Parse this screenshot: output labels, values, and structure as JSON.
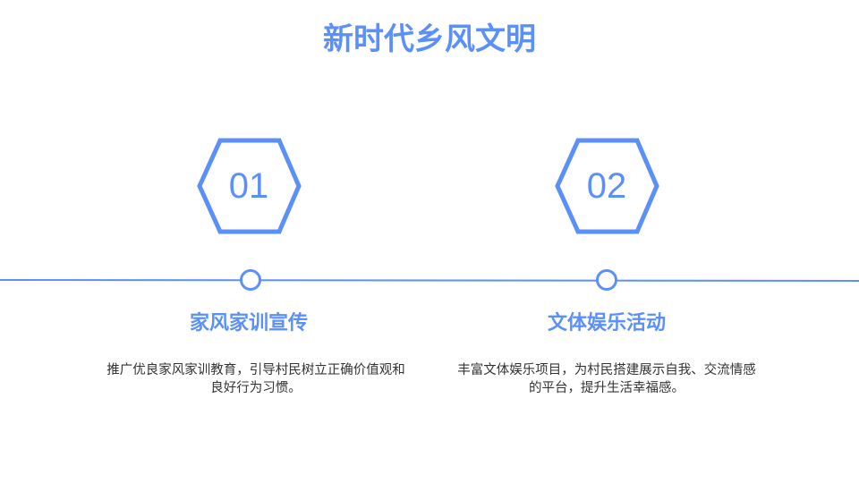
{
  "title": "新时代乡风文明",
  "accent": "#5b8ff9",
  "items": [
    {
      "number": "01",
      "heading": "家风家训宣传",
      "description": "推广优良家风家训教育，引导村民树立正确价值观和良好行为习惯。"
    },
    {
      "number": "02",
      "heading": "文体娱乐活动",
      "description": "丰富文体娱乐项目，为村民搭建展示自我、交流情感的平台，提升生活幸福感。"
    }
  ]
}
